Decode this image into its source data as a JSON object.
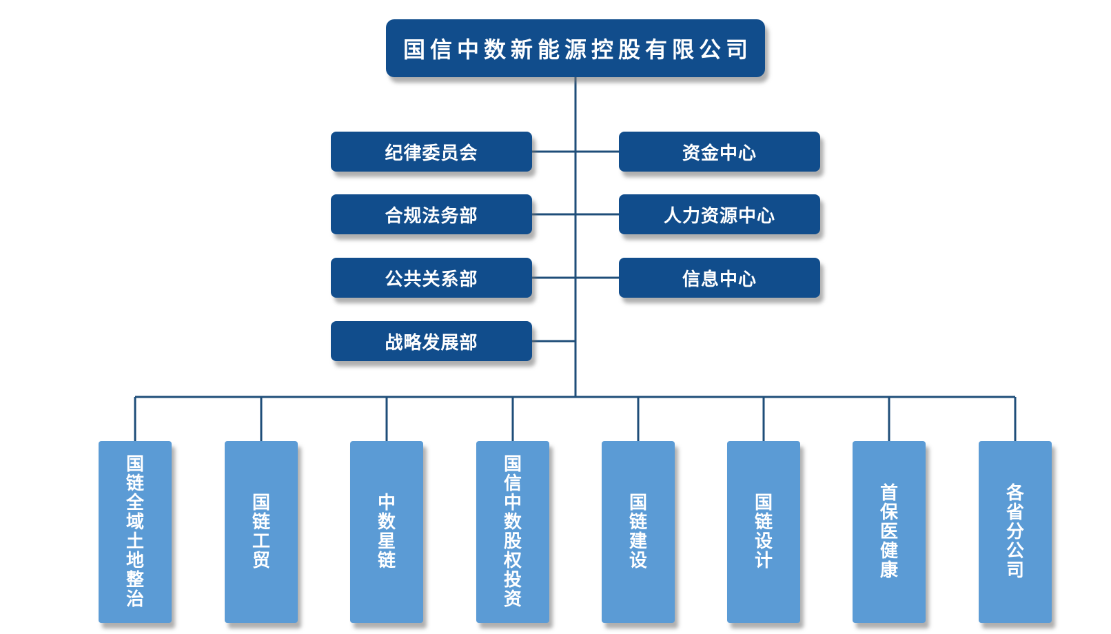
{
  "root": {
    "title": "国信中数新能源控股有限公司"
  },
  "departments_left": [
    "纪律委员会",
    "合规法务部",
    "公共关系部",
    "战略发展部"
  ],
  "departments_right": [
    "资金中心",
    "人力资源中心",
    "信息中心"
  ],
  "subsidiaries": [
    "国链全域土地整治",
    "国链工贸",
    "中数星链",
    "国信中数股权投资",
    "国链建设",
    "国链设计",
    "首保医健康",
    "各省分公司"
  ],
  "colors": {
    "dark_box": "#114d8c",
    "light_box": "#5b9bd5",
    "line": "#1f4e79"
  }
}
